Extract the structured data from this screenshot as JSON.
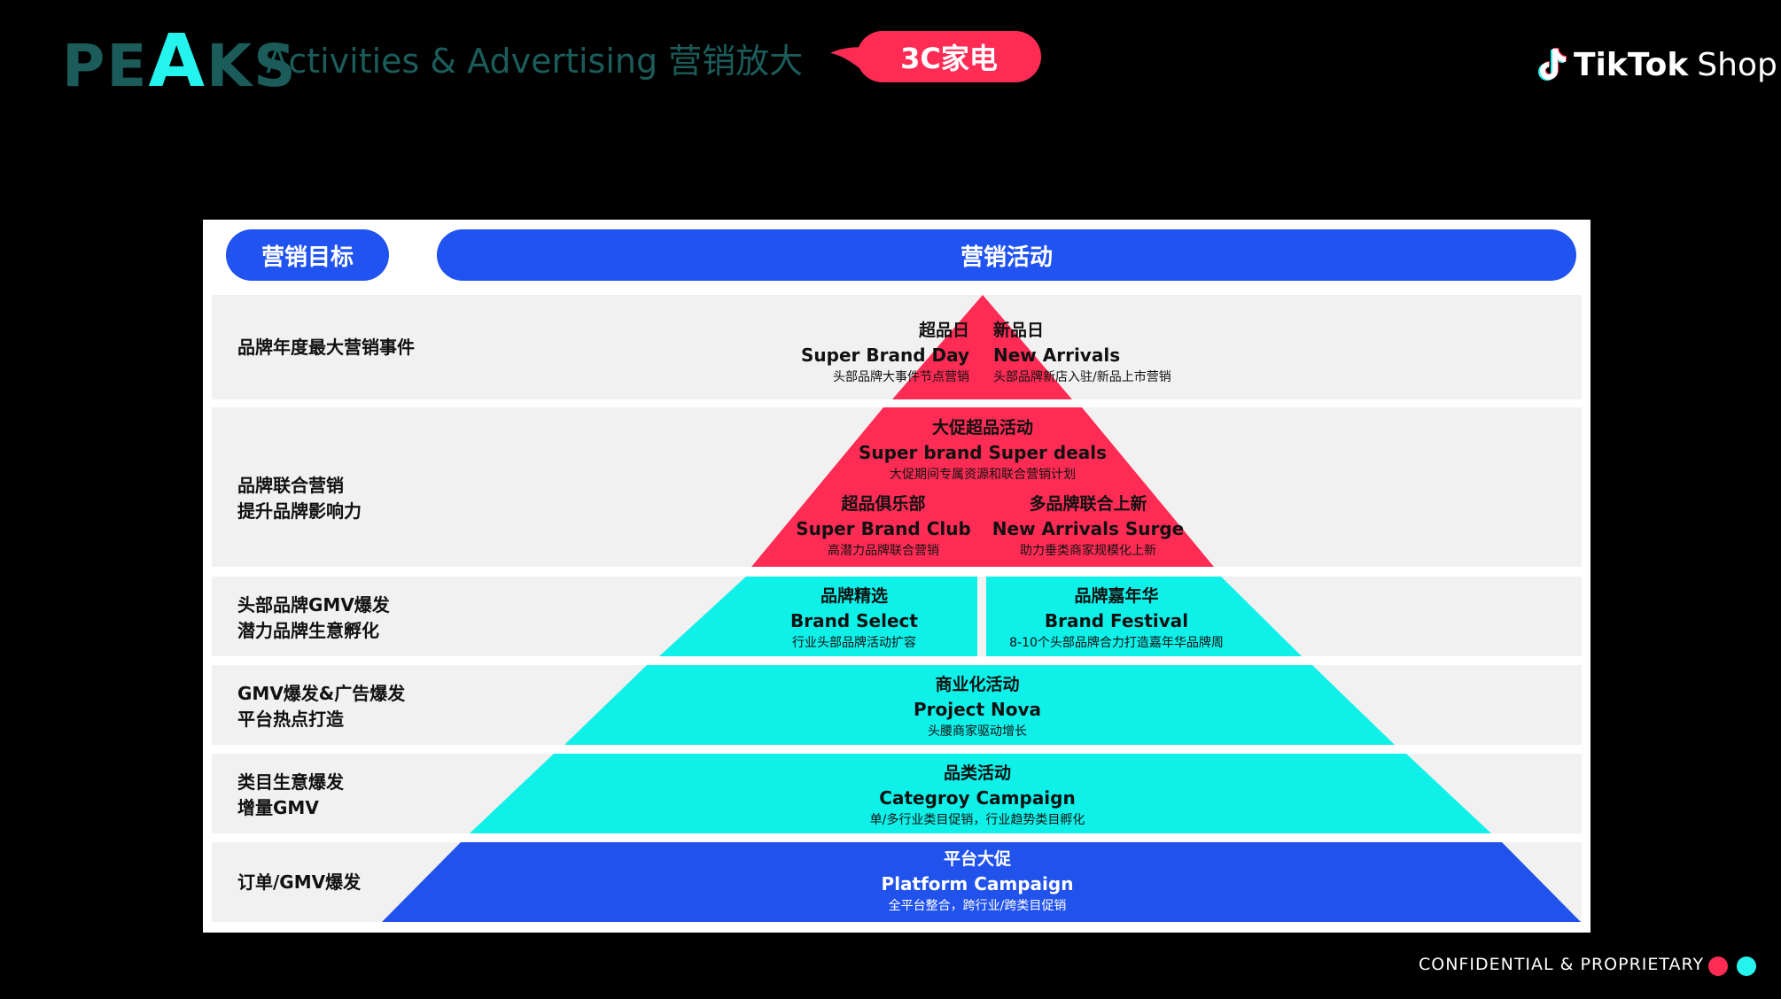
{
  "header": {
    "logo": {
      "pre": "PE",
      "highlight": "A",
      "post": "KS"
    },
    "subtitle": "Activities & Advertising 营销放大",
    "category_tag": "3C家电",
    "platform_brand": "TikTok",
    "platform_suffix": "Shop"
  },
  "colors": {
    "background": "#000000",
    "panel": "#ffffff",
    "band": "#f1f1f1",
    "pill_blue": "#2053ef",
    "tiktok_red": "#fe2c55",
    "tiktok_cyan": "#25f4ee",
    "pyramid_cyan": "#0ff0e8",
    "pyramid_blue": "#2152eb"
  },
  "panel": {
    "left_header": "营销目标",
    "right_header": "营销活动"
  },
  "tiers": [
    {
      "goal": [
        "品牌年度最大营销事件"
      ],
      "color": "#fe2c55",
      "items": [
        {
          "cn": "超品日",
          "en": "Super Brand Day",
          "desc": "头部品牌大事件节点营销"
        },
        {
          "cn": "新品日",
          "en": "New Arrivals",
          "desc": "头部品牌新店入驻/新品上市营销"
        }
      ]
    },
    {
      "goal": [
        "品牌联合营销",
        "提升品牌影响力"
      ],
      "color": "#fe2c55",
      "items": [
        {
          "cn": "大促超品活动",
          "en": "Super brand Super deals",
          "desc": "大促期间专属资源和联合营销计划"
        },
        {
          "cn": "超品俱乐部",
          "en": "Super Brand Club",
          "desc": "高潜力品牌联合营销"
        },
        {
          "cn": "多品牌联合上新",
          "en": "New Arrivals Surge",
          "desc": "助力垂类商家规模化上新"
        }
      ]
    },
    {
      "goal": [
        "头部品牌GMV爆发",
        "潜力品牌生意孵化"
      ],
      "color": "#0ff0e8",
      "items": [
        {
          "cn": "品牌精选",
          "en": "Brand Select",
          "desc": "行业头部品牌活动扩容"
        },
        {
          "cn": "品牌嘉年华",
          "en": "Brand Festival",
          "desc": "8-10个头部品牌合力打造嘉年华品牌周"
        }
      ]
    },
    {
      "goal": [
        "GMV爆发&广告爆发",
        "平台热点打造"
      ],
      "color": "#0ff0e8",
      "items": [
        {
          "cn": "商业化活动",
          "en": "Project Nova",
          "desc": "头腰商家驱动增长"
        }
      ]
    },
    {
      "goal": [
        "类目生意爆发",
        "增量GMV"
      ],
      "color": "#0ff0e8",
      "items": [
        {
          "cn": "品类活动",
          "en": "Categroy Campaign",
          "desc": "单/多行业类目促销，行业趋势类目孵化"
        }
      ]
    },
    {
      "goal": [
        "订单/GMV爆发"
      ],
      "color": "#2152eb",
      "items": [
        {
          "cn": "平台大促",
          "en": "Platform Campaign",
          "desc": "全平台整合，跨行业/跨类目促销"
        }
      ]
    }
  ],
  "footer": {
    "text": "CONFIDENTIAL  &  PROPRIETARY",
    "dot_colors": [
      "#fe2c55",
      "#25f4ee"
    ]
  }
}
